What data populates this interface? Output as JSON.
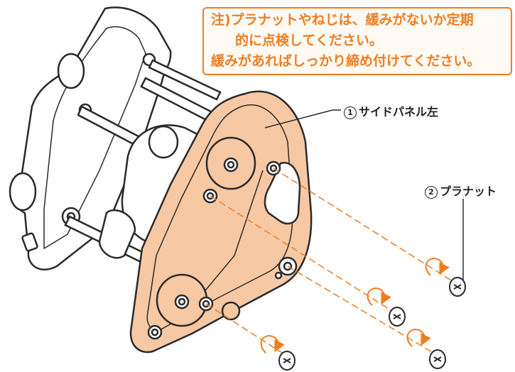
{
  "note": {
    "line1": "注)プラナットやねじは、緩みがないか定期",
    "line2": "的に点検してください。",
    "line3": "緩みがあればしっかり締め付けてください。"
  },
  "callouts": [
    {
      "number": "1",
      "label": "サイドパネル左"
    },
    {
      "number": "2",
      "label": "プラナット"
    }
  ],
  "colors": {
    "accent": "#ee7d22",
    "panel_fill": "#f6c9a4",
    "outline": "#2a2a2a"
  },
  "icons": [
    "rotate-arrow-icon",
    "plastic-nut-icon",
    "screw-icon"
  ]
}
